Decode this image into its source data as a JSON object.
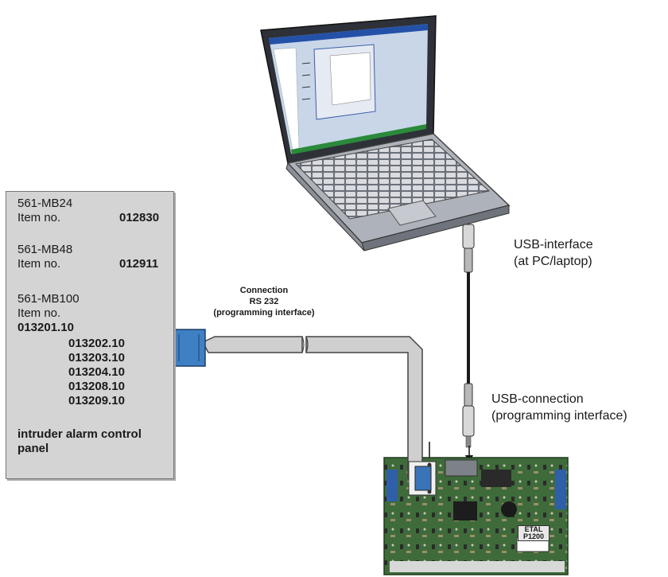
{
  "panel": {
    "model1": "561-MB24",
    "item_label": "Item no.",
    "item1": "012830",
    "model2": "561-MB48",
    "item2": "012911",
    "model3": "561-MB100",
    "item3_main": "013201.10",
    "item3_more": [
      "013202.10",
      "013203.10",
      "013204.10",
      "013208.10",
      "013209.10"
    ],
    "desc_line1": "intruder alarm control",
    "desc_line2": "panel"
  },
  "rs232": {
    "line1": "Connection",
    "line2": "RS 232",
    "line3": "(programming interface)"
  },
  "usb_interface": {
    "line1": "USB-interface",
    "line2": "(at PC/laptop)"
  },
  "usb_connection": {
    "line1": "USB-connection",
    "line2": "(programming interface)"
  },
  "board": {
    "chip_label": "ETAL",
    "chip_model": "P1200"
  }
}
